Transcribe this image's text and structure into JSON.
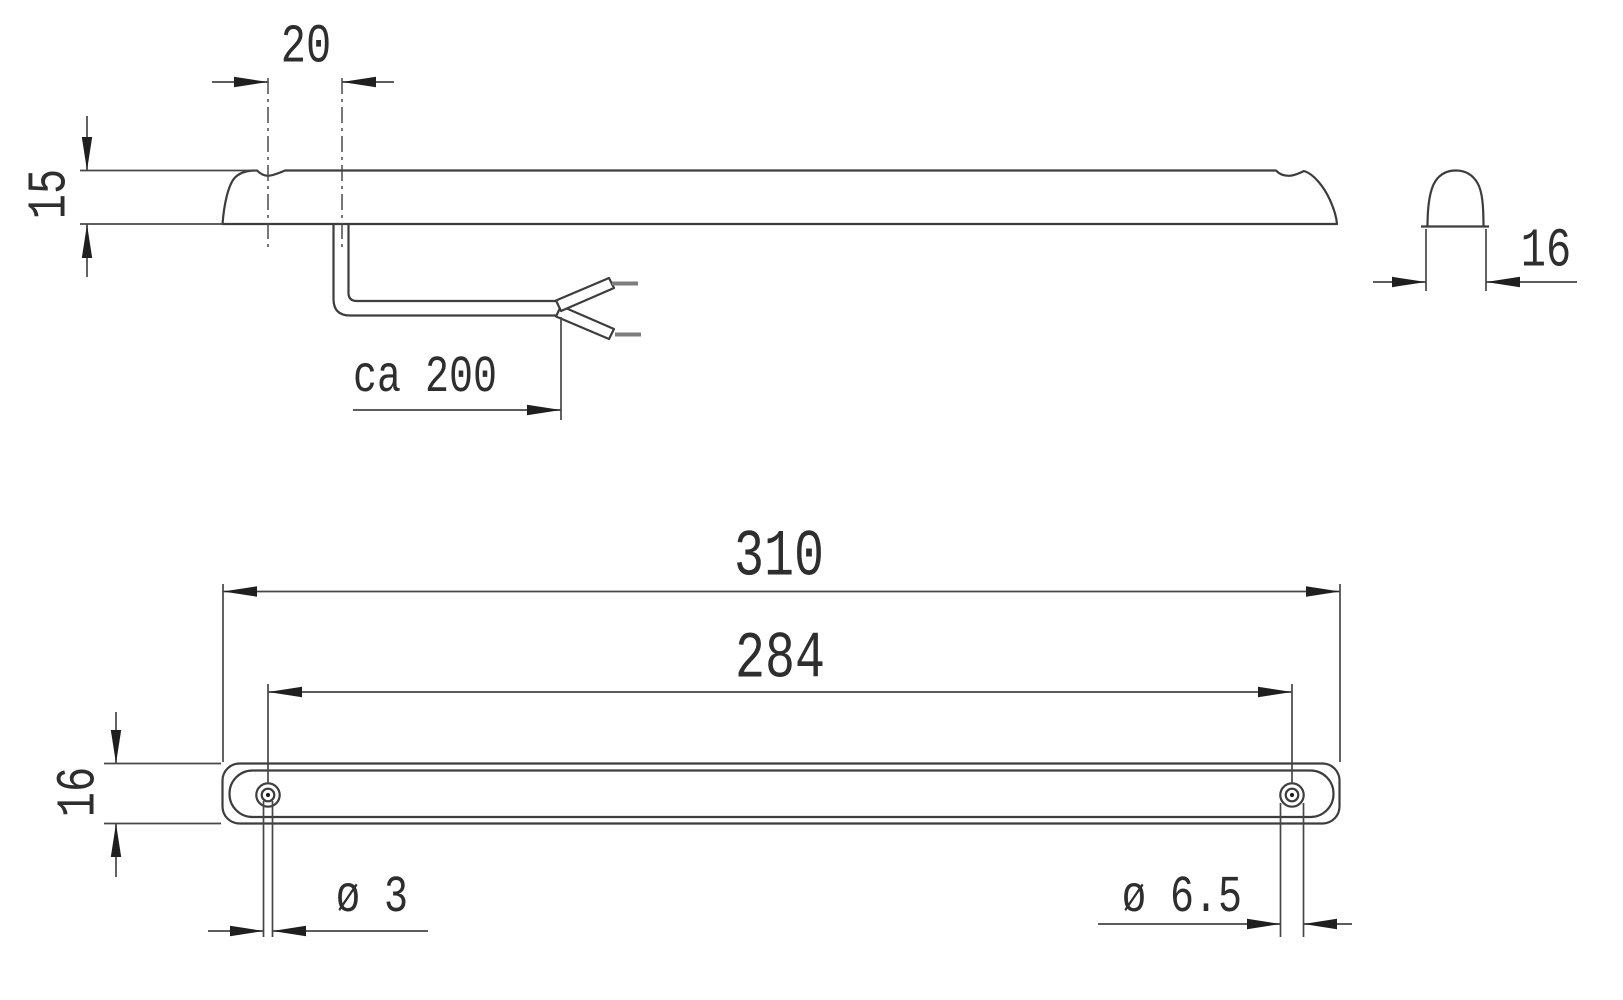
{
  "dimensions": {
    "hole_offset": "20",
    "profile_height": "15",
    "cable_length": "ca 200",
    "cap_width": "16",
    "overall_length": "310",
    "hole_spacing": "284",
    "body_height": "16",
    "hole_diameter": "ø 3",
    "countersink_diameter": "ø 6.5"
  },
  "colors": {
    "background": "#ffffff",
    "part_line": "#3d3d3d",
    "dimension_line": "#464646",
    "text": "#2e2e2e",
    "arrowhead": "#1f1f1f",
    "wire_tip": "#7d7d7d"
  }
}
